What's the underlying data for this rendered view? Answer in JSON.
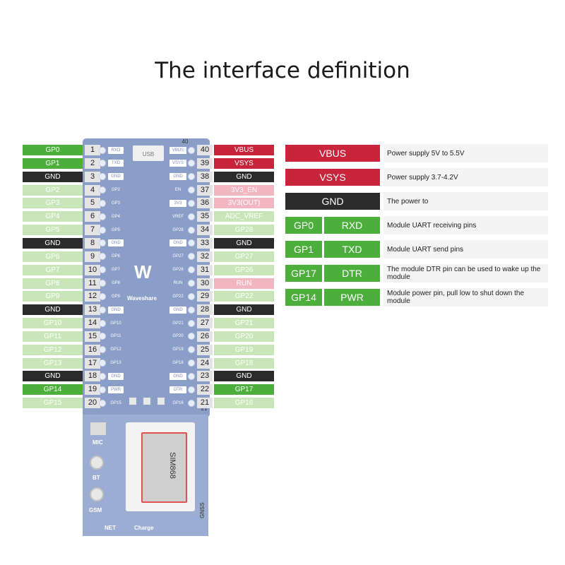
{
  "title": "The interface definition",
  "left_pins": [
    {
      "num": "1",
      "label": "GP0",
      "silk": "RXD",
      "kind": "gp-active"
    },
    {
      "num": "2",
      "label": "GP1",
      "silk": "TXD",
      "kind": "gp-active"
    },
    {
      "num": "3",
      "label": "GND",
      "silk": "GND",
      "kind": "gnd"
    },
    {
      "num": "4",
      "label": "GP2",
      "silk": "GP2",
      "kind": "gp"
    },
    {
      "num": "5",
      "label": "GP3",
      "silk": "GP3",
      "kind": "gp"
    },
    {
      "num": "6",
      "label": "GP4",
      "silk": "GP4",
      "kind": "gp"
    },
    {
      "num": "7",
      "label": "GP5",
      "silk": "GP5",
      "kind": "gp"
    },
    {
      "num": "8",
      "label": "GND",
      "silk": "GND",
      "kind": "gnd"
    },
    {
      "num": "9",
      "label": "GP6",
      "silk": "GP6",
      "kind": "gp"
    },
    {
      "num": "10",
      "label": "GP7",
      "silk": "GP7",
      "kind": "gp"
    },
    {
      "num": "11",
      "label": "GP8",
      "silk": "GP8",
      "kind": "gp"
    },
    {
      "num": "12",
      "label": "GP9",
      "silk": "GP9",
      "kind": "gp"
    },
    {
      "num": "13",
      "label": "GND",
      "silk": "GND",
      "kind": "gnd"
    },
    {
      "num": "14",
      "label": "GP10",
      "silk": "GP10",
      "kind": "gp"
    },
    {
      "num": "15",
      "label": "GP11",
      "silk": "GP11",
      "kind": "gp"
    },
    {
      "num": "16",
      "label": "GP12",
      "silk": "GP12",
      "kind": "gp"
    },
    {
      "num": "17",
      "label": "GP13",
      "silk": "GP13",
      "kind": "gp"
    },
    {
      "num": "18",
      "label": "GND",
      "silk": "GND",
      "kind": "gnd"
    },
    {
      "num": "19",
      "label": "GP14",
      "silk": "PWR",
      "kind": "gp-active"
    },
    {
      "num": "20",
      "label": "GP15",
      "silk": "GP15",
      "kind": "gp"
    }
  ],
  "right_pins": [
    {
      "num": "40",
      "label": "VBUS",
      "silk": "VBUS",
      "kind": "power"
    },
    {
      "num": "39",
      "label": "VSYS",
      "silk": "VSYS",
      "kind": "power"
    },
    {
      "num": "38",
      "label": "GND",
      "silk": "GND",
      "kind": "gnd"
    },
    {
      "num": "37",
      "label": "3V3_EN",
      "silk": "EN",
      "kind": "power-light"
    },
    {
      "num": "36",
      "label": "3V3(OUT)",
      "silk": "3V3",
      "kind": "power-light"
    },
    {
      "num": "35",
      "label": "ADC_VREF",
      "silk": "VREF",
      "kind": "gp"
    },
    {
      "num": "34",
      "label": "GP28",
      "silk": "GP28",
      "kind": "gp"
    },
    {
      "num": "33",
      "label": "GND",
      "silk": "GND",
      "kind": "gnd"
    },
    {
      "num": "32",
      "label": "GP27",
      "silk": "GP27",
      "kind": "gp"
    },
    {
      "num": "31",
      "label": "GP26",
      "silk": "GP26",
      "kind": "gp"
    },
    {
      "num": "30",
      "label": "RUN",
      "silk": "RUN",
      "kind": "power-light"
    },
    {
      "num": "29",
      "label": "GP22",
      "silk": "GP22",
      "kind": "gp"
    },
    {
      "num": "28",
      "label": "GND",
      "silk": "GND",
      "kind": "gnd"
    },
    {
      "num": "27",
      "label": "GP21",
      "silk": "GP21",
      "kind": "gp"
    },
    {
      "num": "26",
      "label": "GP20",
      "silk": "GP20",
      "kind": "gp"
    },
    {
      "num": "25",
      "label": "GP19",
      "silk": "GP19",
      "kind": "gp"
    },
    {
      "num": "24",
      "label": "GP18",
      "silk": "GP18",
      "kind": "gp"
    },
    {
      "num": "23",
      "label": "GND",
      "silk": "GND",
      "kind": "gnd"
    },
    {
      "num": "22",
      "label": "GP17",
      "silk": "DTR",
      "kind": "gp-active"
    },
    {
      "num": "21",
      "label": "GP16",
      "silk": "GP16",
      "kind": "gp"
    }
  ],
  "board": {
    "usb_label": "USB",
    "brand": "Waveshare",
    "top_pin_number": "40",
    "bottom_pin_number": "21"
  },
  "module": {
    "chip_name": "SIM868",
    "labels": {
      "mic": "MIC",
      "bt": "BT",
      "gsm": "GSM",
      "net": "NET",
      "charge": "Charge",
      "gnss": "GNSS"
    }
  },
  "legend": [
    {
      "tag": "VBUS",
      "fn": "",
      "kind": "power",
      "desc": "Power supply 5V to 5.5V"
    },
    {
      "tag": "VSYS",
      "fn": "",
      "kind": "power",
      "desc": "Power supply 3.7-4.2V"
    },
    {
      "tag": "GND",
      "fn": "",
      "kind": "gnd",
      "desc": "The power to"
    },
    {
      "tag": "GP0",
      "fn": "RXD",
      "kind": "gp-active",
      "desc": "Module UART receiving pins"
    },
    {
      "tag": "GP1",
      "fn": "TXD",
      "kind": "gp-active",
      "desc": "Module UART send pins"
    },
    {
      "tag": "GP17",
      "fn": "DTR",
      "kind": "gp-active",
      "desc": "The module DTR pin can be used to wake up the module"
    },
    {
      "tag": "GP14",
      "fn": "PWR",
      "kind": "gp-active",
      "desc": "Module power pin, pull low to shut down the module"
    }
  ],
  "colors": {
    "gp-active": "#4caf3c",
    "gp": "#c8e6b8",
    "gnd": "#2b2b2b",
    "power": "#c8243c",
    "power-light": "#f2b6c0",
    "board": "#8b9ec8"
  }
}
